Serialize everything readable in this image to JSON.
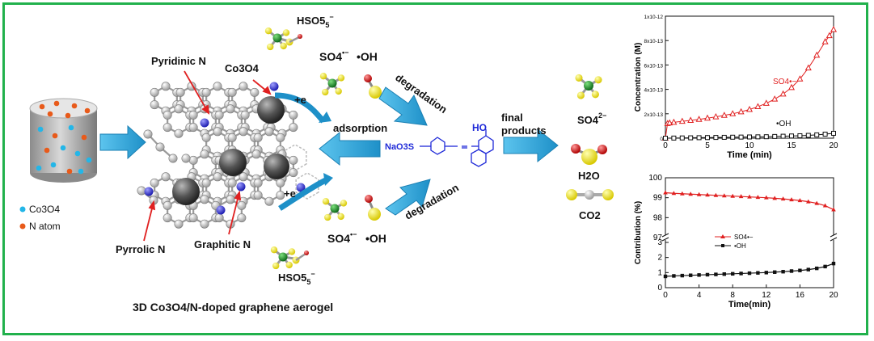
{
  "labels": {
    "hso5_top": "HSO5",
    "hso5_top_charge": "−",
    "pyridinic": "Pyridinic N",
    "co3o4_pointer": "Co3O4",
    "so4_radical_top": "SO4",
    "so4_radical_top_sup": "•−",
    "oh_radical_top": "•OH",
    "plus_e_top": "+e",
    "degradation_top": "degradation",
    "adsorption": "adsorption",
    "ho_label": "HO",
    "naso3s_label": "NaO3S",
    "final_products": "final\nproducts",
    "sulfate": "SO4",
    "sulfate_charge": "2−",
    "water": "H2O",
    "co2": "CO2",
    "legend_co3o4": "Co3O4",
    "legend_n": "N atom",
    "pyrrolic": "Pyrrolic N",
    "graphitic": "Graphitic N",
    "plus_e_bottom": "+e",
    "so4_radical_bottom": "SO4",
    "so4_radical_bottom_sup": "•−",
    "oh_radical_bottom": "•OH",
    "degradation_bottom": "degradation",
    "hso5_bottom": "HSO5",
    "hso5_bottom_charge": "−",
    "caption": "3D Co3O4/N-doped graphene aerogel"
  },
  "colors": {
    "frame": "#21b14c",
    "arrow": "#29a6dc",
    "dye": "#1f2ad8",
    "carbon": "#c8c8c8",
    "nitrogen": "#2b2bd6",
    "co3o4": "#555555",
    "sulfur": "#f0e000",
    "oxygen": "#e02020",
    "hydrogen_oxygen": "#f2e600",
    "green_atom": "#1a8f2a",
    "red": "#e02020"
  },
  "chart_data": [
    {
      "type": "scatter",
      "title": "",
      "xlabel": "Time (min)",
      "ylabel": "Concentration (M)",
      "xlim": [
        0,
        20
      ],
      "ylim": [
        0,
        1e-12
      ],
      "x_ticks": [
        0,
        5,
        10,
        15,
        20
      ],
      "y_ticks": [
        "0",
        "2x10-13",
        "4x10-13",
        "6x10-13",
        "8x10-13",
        "1x10-12"
      ],
      "series": [
        {
          "name": "SO4•−",
          "color": "#e02020",
          "marker": "triangle-open",
          "x": [
            0,
            0.25,
            0.5,
            1,
            2,
            3,
            4,
            5,
            6,
            7,
            8,
            9,
            10,
            11,
            12,
            13,
            14,
            15,
            16,
            17,
            18,
            19,
            19.5,
            20
          ],
          "y": [
            0,
            1.2e-13,
            1.25e-13,
            1.3e-13,
            1.38e-13,
            1.46e-13,
            1.54e-13,
            1.64e-13,
            1.75e-13,
            1.87e-13,
            2e-13,
            2.16e-13,
            2.35e-13,
            2.58e-13,
            2.86e-13,
            3.2e-13,
            3.62e-13,
            4.15e-13,
            4.85e-13,
            5.75e-13,
            6.8e-13,
            7.9e-13,
            8.4e-13,
            8.9e-13
          ]
        },
        {
          "name": "•OH",
          "color": "#111111",
          "marker": "square-open",
          "x": [
            0,
            1,
            2,
            3,
            4,
            5,
            6,
            7,
            8,
            9,
            10,
            11,
            12,
            13,
            14,
            15,
            16,
            17,
            18,
            19,
            20
          ],
          "y": [
            0,
            1e-15,
            2e-15,
            3e-15,
            4e-15,
            5e-15,
            6e-15,
            7e-15,
            8e-15,
            9e-15,
            1e-14,
            1.1e-14,
            1.2e-14,
            1.4e-14,
            1.6e-14,
            1.8e-14,
            2e-14,
            2.3e-14,
            2.7e-14,
            3.3e-14,
            4e-14
          ]
        }
      ]
    },
    {
      "type": "line",
      "title": "",
      "xlabel": "Time(min)",
      "ylabel": "Contribution (%)",
      "xlim": [
        0,
        20
      ],
      "x_ticks": [
        0,
        4,
        8,
        12,
        16,
        20
      ],
      "y_ticks_upper": [
        97,
        98,
        99,
        100
      ],
      "y_ticks_lower": [
        0,
        1,
        2,
        3
      ],
      "broken_axis": true,
      "series": [
        {
          "name": "SO4•−",
          "color": "#e02020",
          "marker": "triangle",
          "x": [
            0,
            1,
            2,
            3,
            4,
            5,
            6,
            7,
            8,
            9,
            10,
            11,
            12,
            13,
            14,
            15,
            16,
            17,
            18,
            19,
            20
          ],
          "y": [
            99.25,
            99.22,
            99.2,
            99.18,
            99.16,
            99.14,
            99.12,
            99.1,
            99.08,
            99.06,
            99.04,
            99.02,
            99.0,
            98.97,
            98.94,
            98.9,
            98.86,
            98.8,
            98.72,
            98.6,
            98.4
          ]
        },
        {
          "name": "•OH",
          "color": "#111111",
          "marker": "square",
          "x": [
            0,
            1,
            2,
            3,
            4,
            5,
            6,
            7,
            8,
            9,
            10,
            11,
            12,
            13,
            14,
            15,
            16,
            17,
            18,
            19,
            20
          ],
          "y": [
            0.75,
            0.78,
            0.8,
            0.82,
            0.84,
            0.86,
            0.88,
            0.9,
            0.92,
            0.94,
            0.96,
            0.98,
            1.0,
            1.03,
            1.06,
            1.1,
            1.14,
            1.2,
            1.28,
            1.4,
            1.6
          ]
        }
      ]
    }
  ]
}
